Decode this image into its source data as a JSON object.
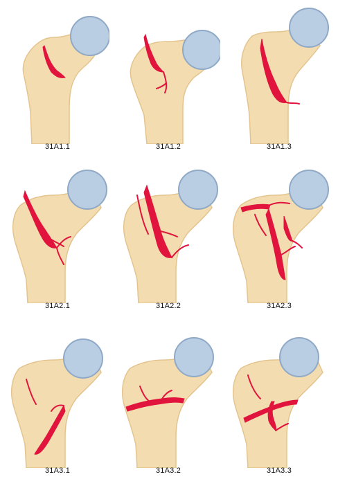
{
  "figures": [
    {
      "label": "31A1.1"
    },
    {
      "label": "31A1.2"
    },
    {
      "label": "31A1.3"
    },
    {
      "label": "31A2.1"
    },
    {
      "label": "31A2.2"
    },
    {
      "label": "31A2.3"
    },
    {
      "label": "31A3.1"
    },
    {
      "label": "31A3.2"
    },
    {
      "label": "31A3.3"
    }
  ],
  "colors": {
    "bone": "#f3ddb0",
    "bone_outline": "#e3c48f",
    "femoral_head": "#b9cde3",
    "head_shadow": "#8fa9c6",
    "fracture": "#e0143c"
  }
}
